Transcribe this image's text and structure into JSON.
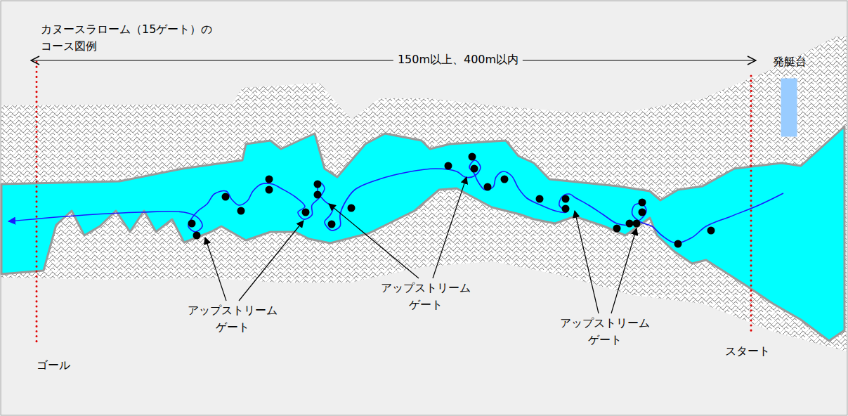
{
  "diagram": {
    "title": "カヌースラローム（15ゲート）の コース図例",
    "labels": [
      "150m以上、400m以内",
      "発艇台",
      "スタート",
      "ゴール",
      "アップストリーム ゲート",
      "アップストリーム ゲート",
      "アップストリーム ゲート"
    ]
  }
}
